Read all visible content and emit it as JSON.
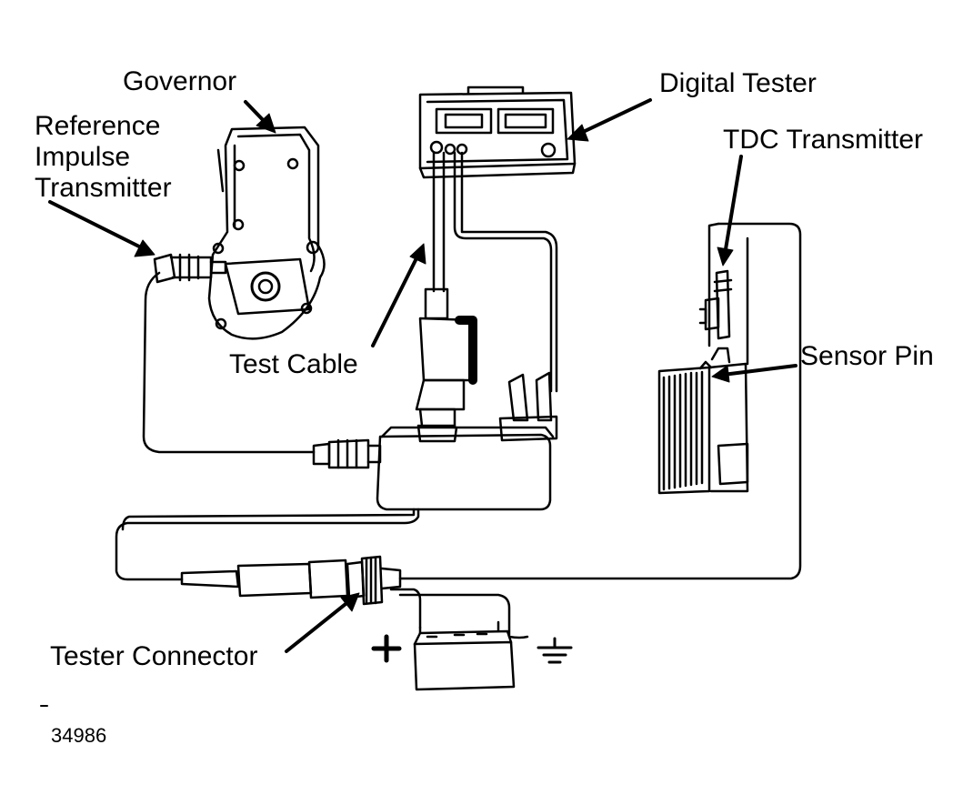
{
  "diagram": {
    "labels": {
      "governor": "Governor",
      "reference_line1": "Reference",
      "reference_line2": "Impulse",
      "reference_line3": "Transmitter",
      "digital_tester": "Digital Tester",
      "tdc_transmitter": "TDC Transmitter",
      "test_cable": "Test Cable",
      "sensor_pin": "Sensor Pin",
      "tester_connector": "Tester Connector",
      "plus_sign": "+",
      "figure_number": "34986"
    },
    "colors": {
      "ink": "#000000",
      "paper": "#ffffff"
    },
    "icons": {
      "ground": "ground-symbol-icon",
      "battery": "battery-icon"
    }
  }
}
